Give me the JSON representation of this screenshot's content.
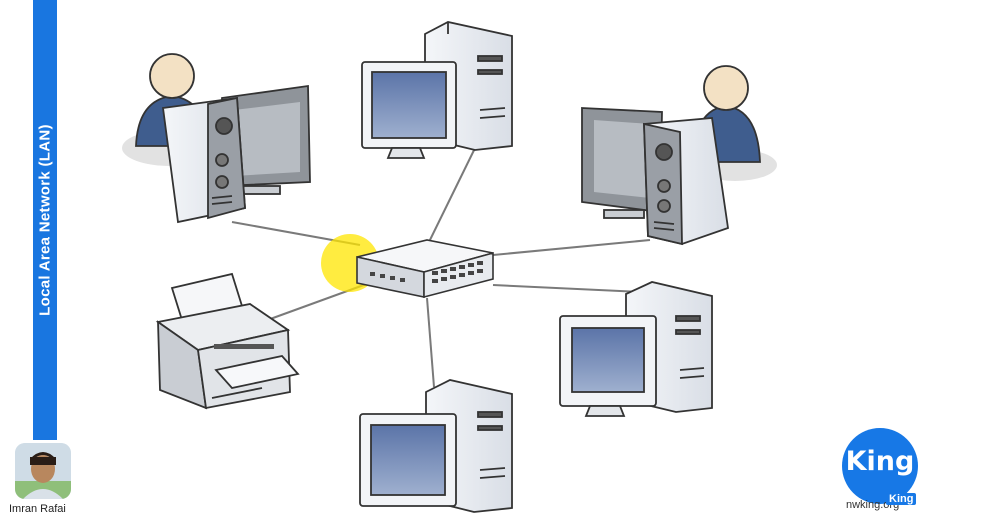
{
  "sidebar": {
    "title": "Local Area Network (LAN)"
  },
  "author": {
    "name": "Imran Rafai"
  },
  "logo": {
    "text": "King",
    "site": "nwking.org",
    "badge": "King"
  },
  "colors": {
    "sidebar": "#1976e0",
    "logo": "#1778e6",
    "highlight": "#ffe600",
    "cable": "#777777"
  },
  "diagram": {
    "hub": "network-switch",
    "nodes": [
      "user-workstation-left",
      "desktop-computer-top",
      "user-workstation-right",
      "printer",
      "desktop-computer-right",
      "desktop-computer-bottom"
    ]
  }
}
